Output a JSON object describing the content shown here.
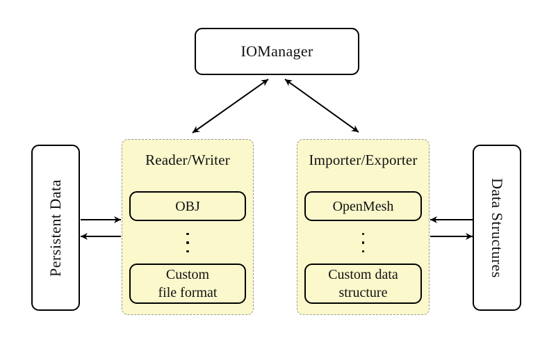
{
  "nodes": {
    "iomanager": {
      "label": "IOManager"
    },
    "persistent_data": {
      "label": "Persistent Data"
    },
    "data_structures": {
      "label": "Data Structures"
    },
    "reader_writer": {
      "title": "Reader/Writer",
      "items": [
        {
          "label": "OBJ"
        },
        {
          "label": "Custom\nfile format"
        }
      ],
      "vdots": "⋮"
    },
    "importer_exporter": {
      "title": "Importer/Exporter",
      "items": [
        {
          "label": "OpenMesh"
        },
        {
          "label": "Custom data\nstructure"
        }
      ],
      "vdots": "⋮"
    }
  },
  "edges": [
    {
      "from": "IOManager",
      "to": "Reader/Writer",
      "bidirectional": true
    },
    {
      "from": "IOManager",
      "to": "Importer/Exporter",
      "bidirectional": true
    },
    {
      "from": "Persistent Data",
      "to": "Reader/Writer",
      "bidirectional": false
    },
    {
      "from": "Reader/Writer",
      "to": "Persistent Data",
      "bidirectional": false
    },
    {
      "from": "Data Structures",
      "to": "Importer/Exporter",
      "bidirectional": false
    },
    {
      "from": "Importer/Exporter",
      "to": "Data Structures",
      "bidirectional": false
    }
  ],
  "colors": {
    "background": "#ffffff",
    "group_fill": "#fbf8cc",
    "group_border": "#999999",
    "box_border": "#000000",
    "box_fill": "#ffffff",
    "arrow": "#000000"
  }
}
